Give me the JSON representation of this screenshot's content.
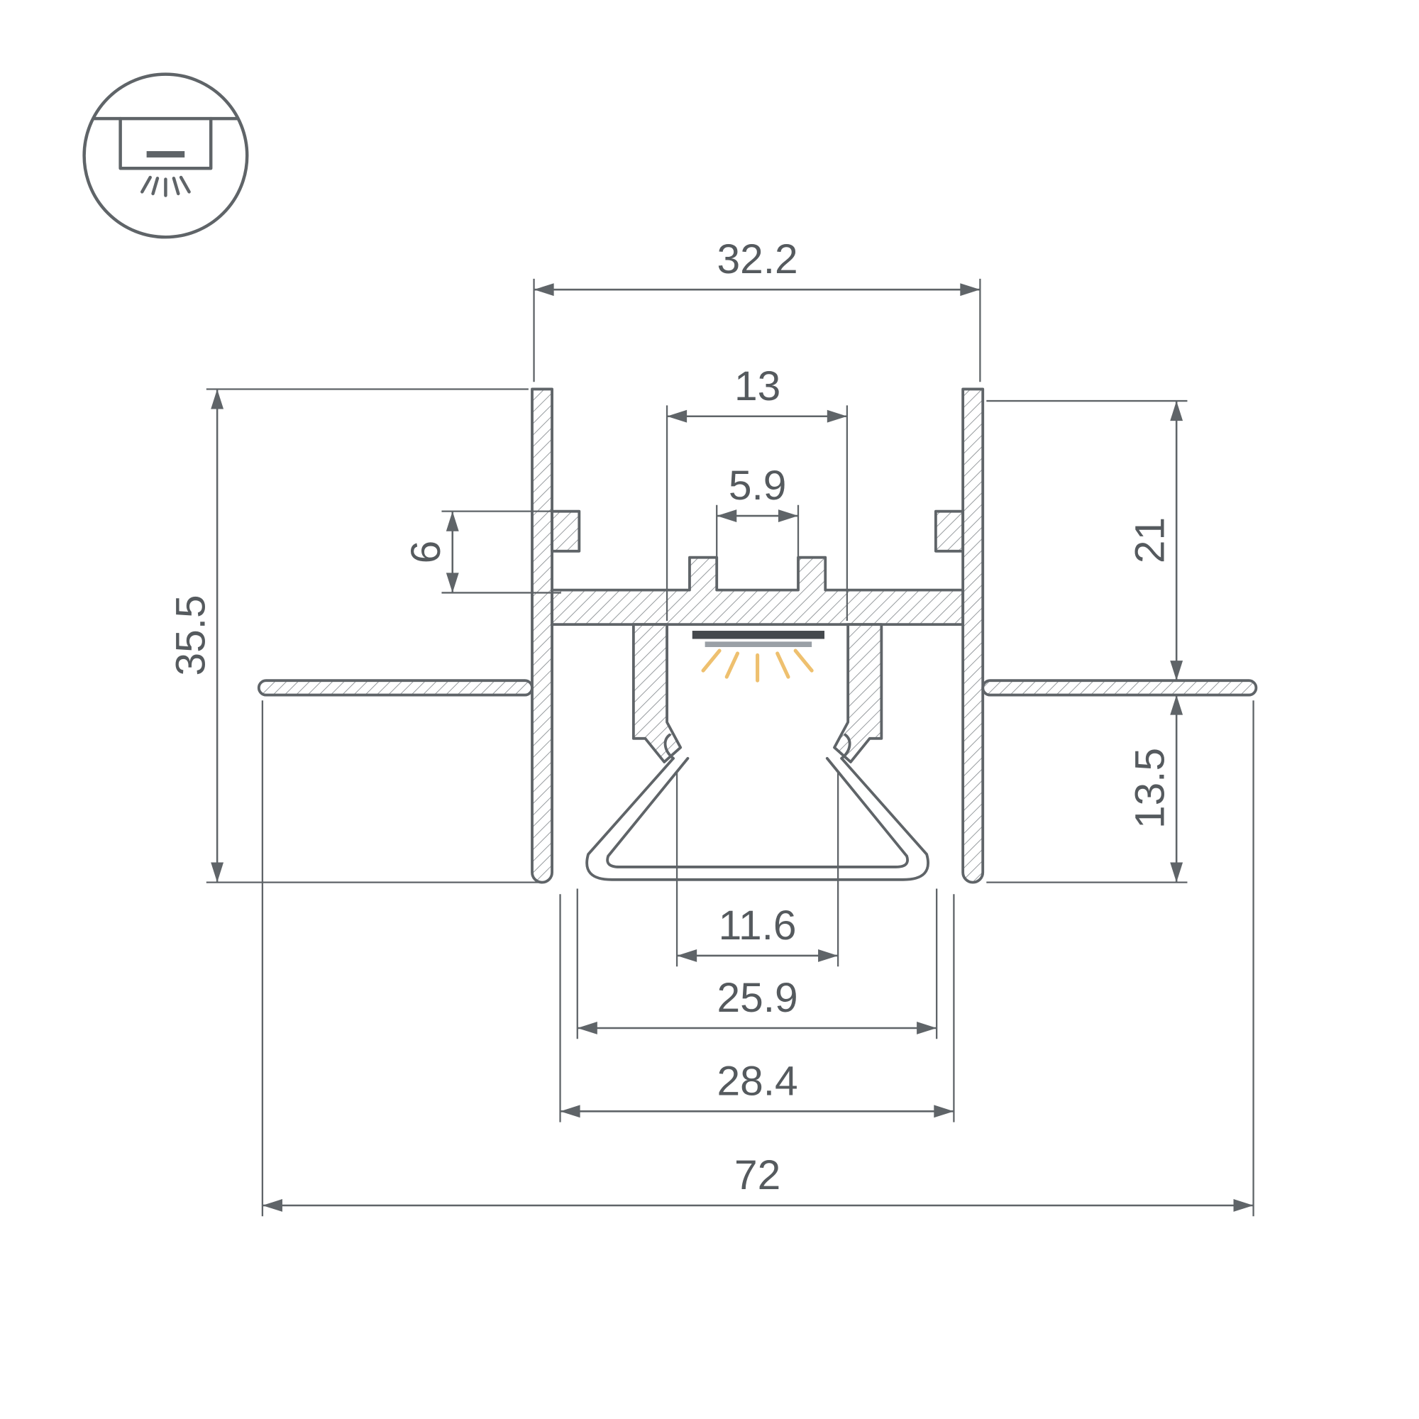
{
  "icon": {
    "type": "recessed-ceiling-mount"
  },
  "dimensions": {
    "top_width": "32.2",
    "inner_channel_width": "13",
    "slot_width": "5.9",
    "notch_height": "6",
    "total_height": "35.5",
    "upper_height": "21",
    "lower_height": "13.5",
    "opening_width": "11.6",
    "diffuser_width": "25.9",
    "body_width": "28.4",
    "total_width": "72"
  },
  "colors": {
    "line": "#5f6468",
    "text": "#555a5e",
    "led_bar_dark": "#45494d",
    "led_bar_gray": "#9aa0a6",
    "light_ray": "#eec06f",
    "background": "#ffffff"
  }
}
